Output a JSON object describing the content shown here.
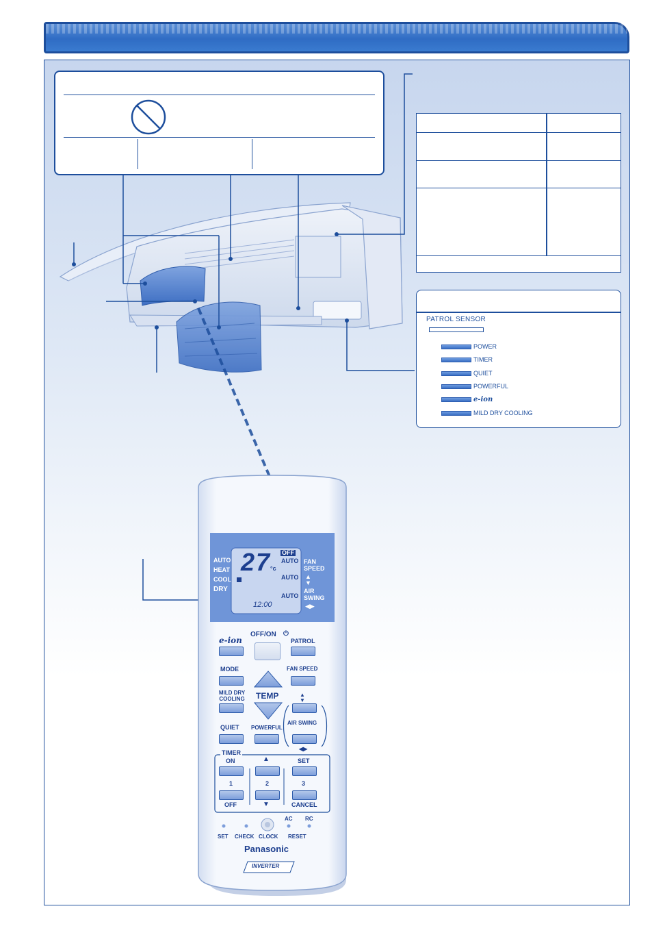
{
  "colors": {
    "primary": "#1d4e9c",
    "panel_bg": "#dde7f5",
    "remote_lcd": "#6f95d8"
  },
  "icons": {
    "prohibited": "prohibited-icon"
  },
  "indicator_panel": {
    "patrol_sensor": "PATROL SENSOR",
    "indicators": [
      {
        "label": "POWER"
      },
      {
        "label": "TIMER"
      },
      {
        "label": "QUIET"
      },
      {
        "label": "POWERFUL"
      },
      {
        "label": "e-ion"
      },
      {
        "label": "MILD DRY COOLING"
      }
    ]
  },
  "remote": {
    "display": {
      "temperature": "27",
      "unit": "°c",
      "off": "OFF",
      "modes": [
        "AUTO",
        "HEAT",
        "COOL",
        "DRY"
      ],
      "fan_auto": "AUTO",
      "auto_mid": "AUTO",
      "swing_auto": "AUTO",
      "fan_speed": "FAN SPEED",
      "air_swing": "AIR SWING",
      "clock": "12:00"
    },
    "buttons": {
      "eion": "e-ion",
      "off_on": "OFF/ON",
      "patrol": "PATROL",
      "mode": "MODE",
      "fan_speed": "FAN SPEED",
      "mild_dry_cooling": "MILD DRY COOLING",
      "temp": "TEMP",
      "quiet": "QUIET",
      "powerful": "POWERFUL",
      "air_swing": "AIR SWING",
      "timer": "TIMER",
      "on": "ON",
      "set": "SET",
      "n1": "1",
      "n2": "2",
      "n3": "3",
      "off": "OFF",
      "cancel": "CANCEL",
      "ac": "AC",
      "rc": "RC",
      "set_small": "SET",
      "check": "CHECK",
      "clock": "CLOCK",
      "reset": "RESET"
    },
    "brand": "Panasonic",
    "inverter": "INVERTER"
  }
}
